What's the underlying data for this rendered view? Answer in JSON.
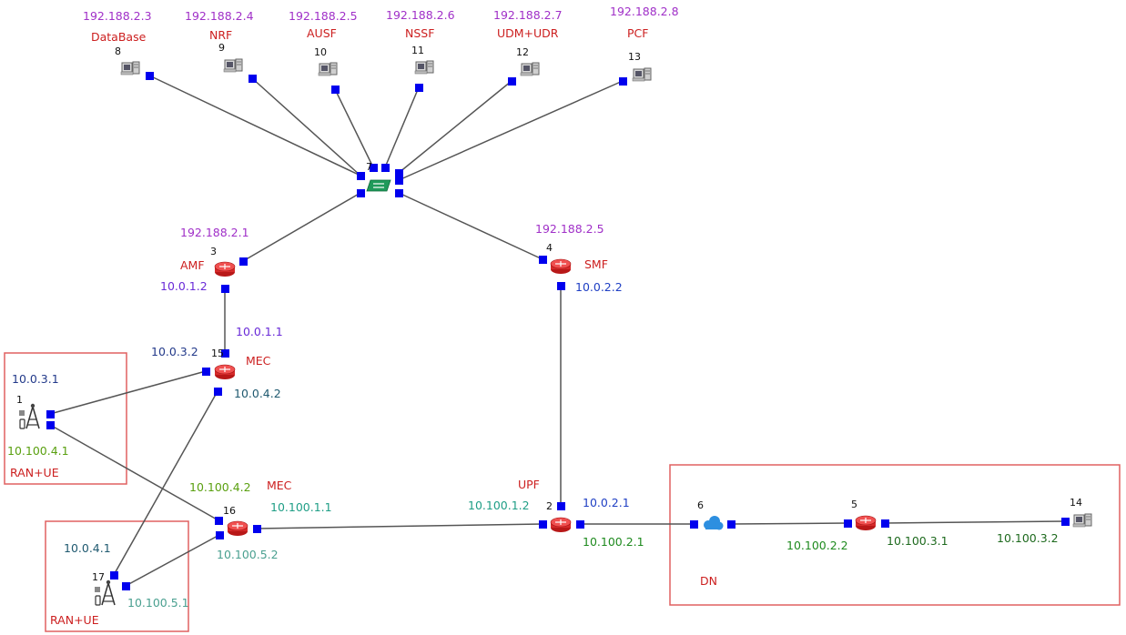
{
  "colors": {
    "name": "#cc1f1f",
    "ip_purple": "#a030c8",
    "ip_violet": "#6a2bd8",
    "ip_navy": "#233a8a",
    "ip_blue": "#1f3fc4",
    "ip_green": "#5aa010",
    "ip_dkgreen": "#1e8a1e",
    "ip_teal": "#1f9e86",
    "ip_slate": "#205a70",
    "port": "#0000ee",
    "link": "#555555",
    "box": "#e06060"
  },
  "nodes": {
    "n8": {
      "id": "8",
      "name": "DataBase",
      "ip": "192.188.2.3"
    },
    "n9": {
      "id": "9",
      "name": "NRF",
      "ip": "192.188.2.4"
    },
    "n10": {
      "id": "10",
      "name": "AUSF",
      "ip": "192.188.2.5"
    },
    "n11": {
      "id": "11",
      "name": "NSSF",
      "ip": "192.188.2.6"
    },
    "n12": {
      "id": "12",
      "name": "UDM+UDR",
      "ip": "192.188.2.7"
    },
    "n13": {
      "id": "13",
      "name": "PCF",
      "ip": "192.188.2.8"
    },
    "n7": {
      "id": "7"
    },
    "n3": {
      "id": "3",
      "name": "AMF",
      "ip_top": "192.188.2.1",
      "ip_bottom": "10.0.1.2"
    },
    "n4": {
      "id": "4",
      "name": "SMF",
      "ip_top": "192.188.2.5",
      "ip_bottom": "10.0.2.2"
    },
    "n15": {
      "id": "15",
      "name": "MEC",
      "ip_top": "10.0.1.1",
      "ip_left": "10.0.3.2",
      "ip_bottom": "10.0.4.2"
    },
    "n1": {
      "id": "1",
      "ip_top": "10.0.3.1",
      "ip_bottom": "10.100.4.1",
      "box_label": "RAN+UE"
    },
    "n16": {
      "id": "16",
      "name": "MEC",
      "ip_left": "10.100.4.2",
      "ip_right": "10.100.1.1",
      "ip_bottom": "10.100.5.2"
    },
    "n17": {
      "id": "17",
      "ip_top": "10.0.4.1",
      "ip_right": "10.100.5.1",
      "box_label": "RAN+UE"
    },
    "n2": {
      "id": "2",
      "name": "UPF",
      "ip_left": "10.100.1.2",
      "ip_top": "10.0.2.1",
      "ip_bottom": "10.100.2.1"
    },
    "n6": {
      "id": "6",
      "box_label": "DN"
    },
    "n5": {
      "id": "5",
      "ip_left": "10.100.2.2",
      "ip_right": "10.100.3.1"
    },
    "n14": {
      "id": "14",
      "ip": "10.100.3.2"
    }
  }
}
